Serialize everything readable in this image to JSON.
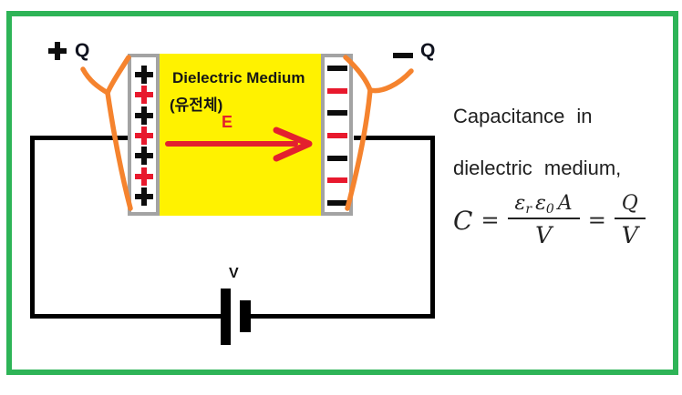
{
  "colors": {
    "frame_green": "#2eb457",
    "dielectric_yellow": "#fff200",
    "charge_red": "#e8192d",
    "field_red": "#e3202e",
    "lead_orange": "#f5832e",
    "plate_gray": "#a3a3a3",
    "wire_black": "#000000"
  },
  "labels": {
    "plus_q": "Q",
    "minus_q": "Q",
    "voltage": "V"
  },
  "dielectric": {
    "title": "Dielectric Medium",
    "subtitle": "(유전체)",
    "field_label": "E"
  },
  "capacitor": {
    "left_plate": {
      "symbol": "+",
      "charges": [
        "black",
        "red",
        "black",
        "red",
        "black",
        "red",
        "black"
      ]
    },
    "right_plate": {
      "symbol": "−",
      "charges": [
        "black",
        "red",
        "black",
        "red",
        "black",
        "red",
        "black"
      ]
    }
  },
  "caption": {
    "line1": "Capacitance in",
    "line2": "dielectric medium,"
  },
  "formula": {
    "C": "C",
    "eq": "=",
    "eps": "ε",
    "sub_r": "r",
    "sub_0": "0",
    "A": "A",
    "V": "V",
    "Q": "Q"
  }
}
